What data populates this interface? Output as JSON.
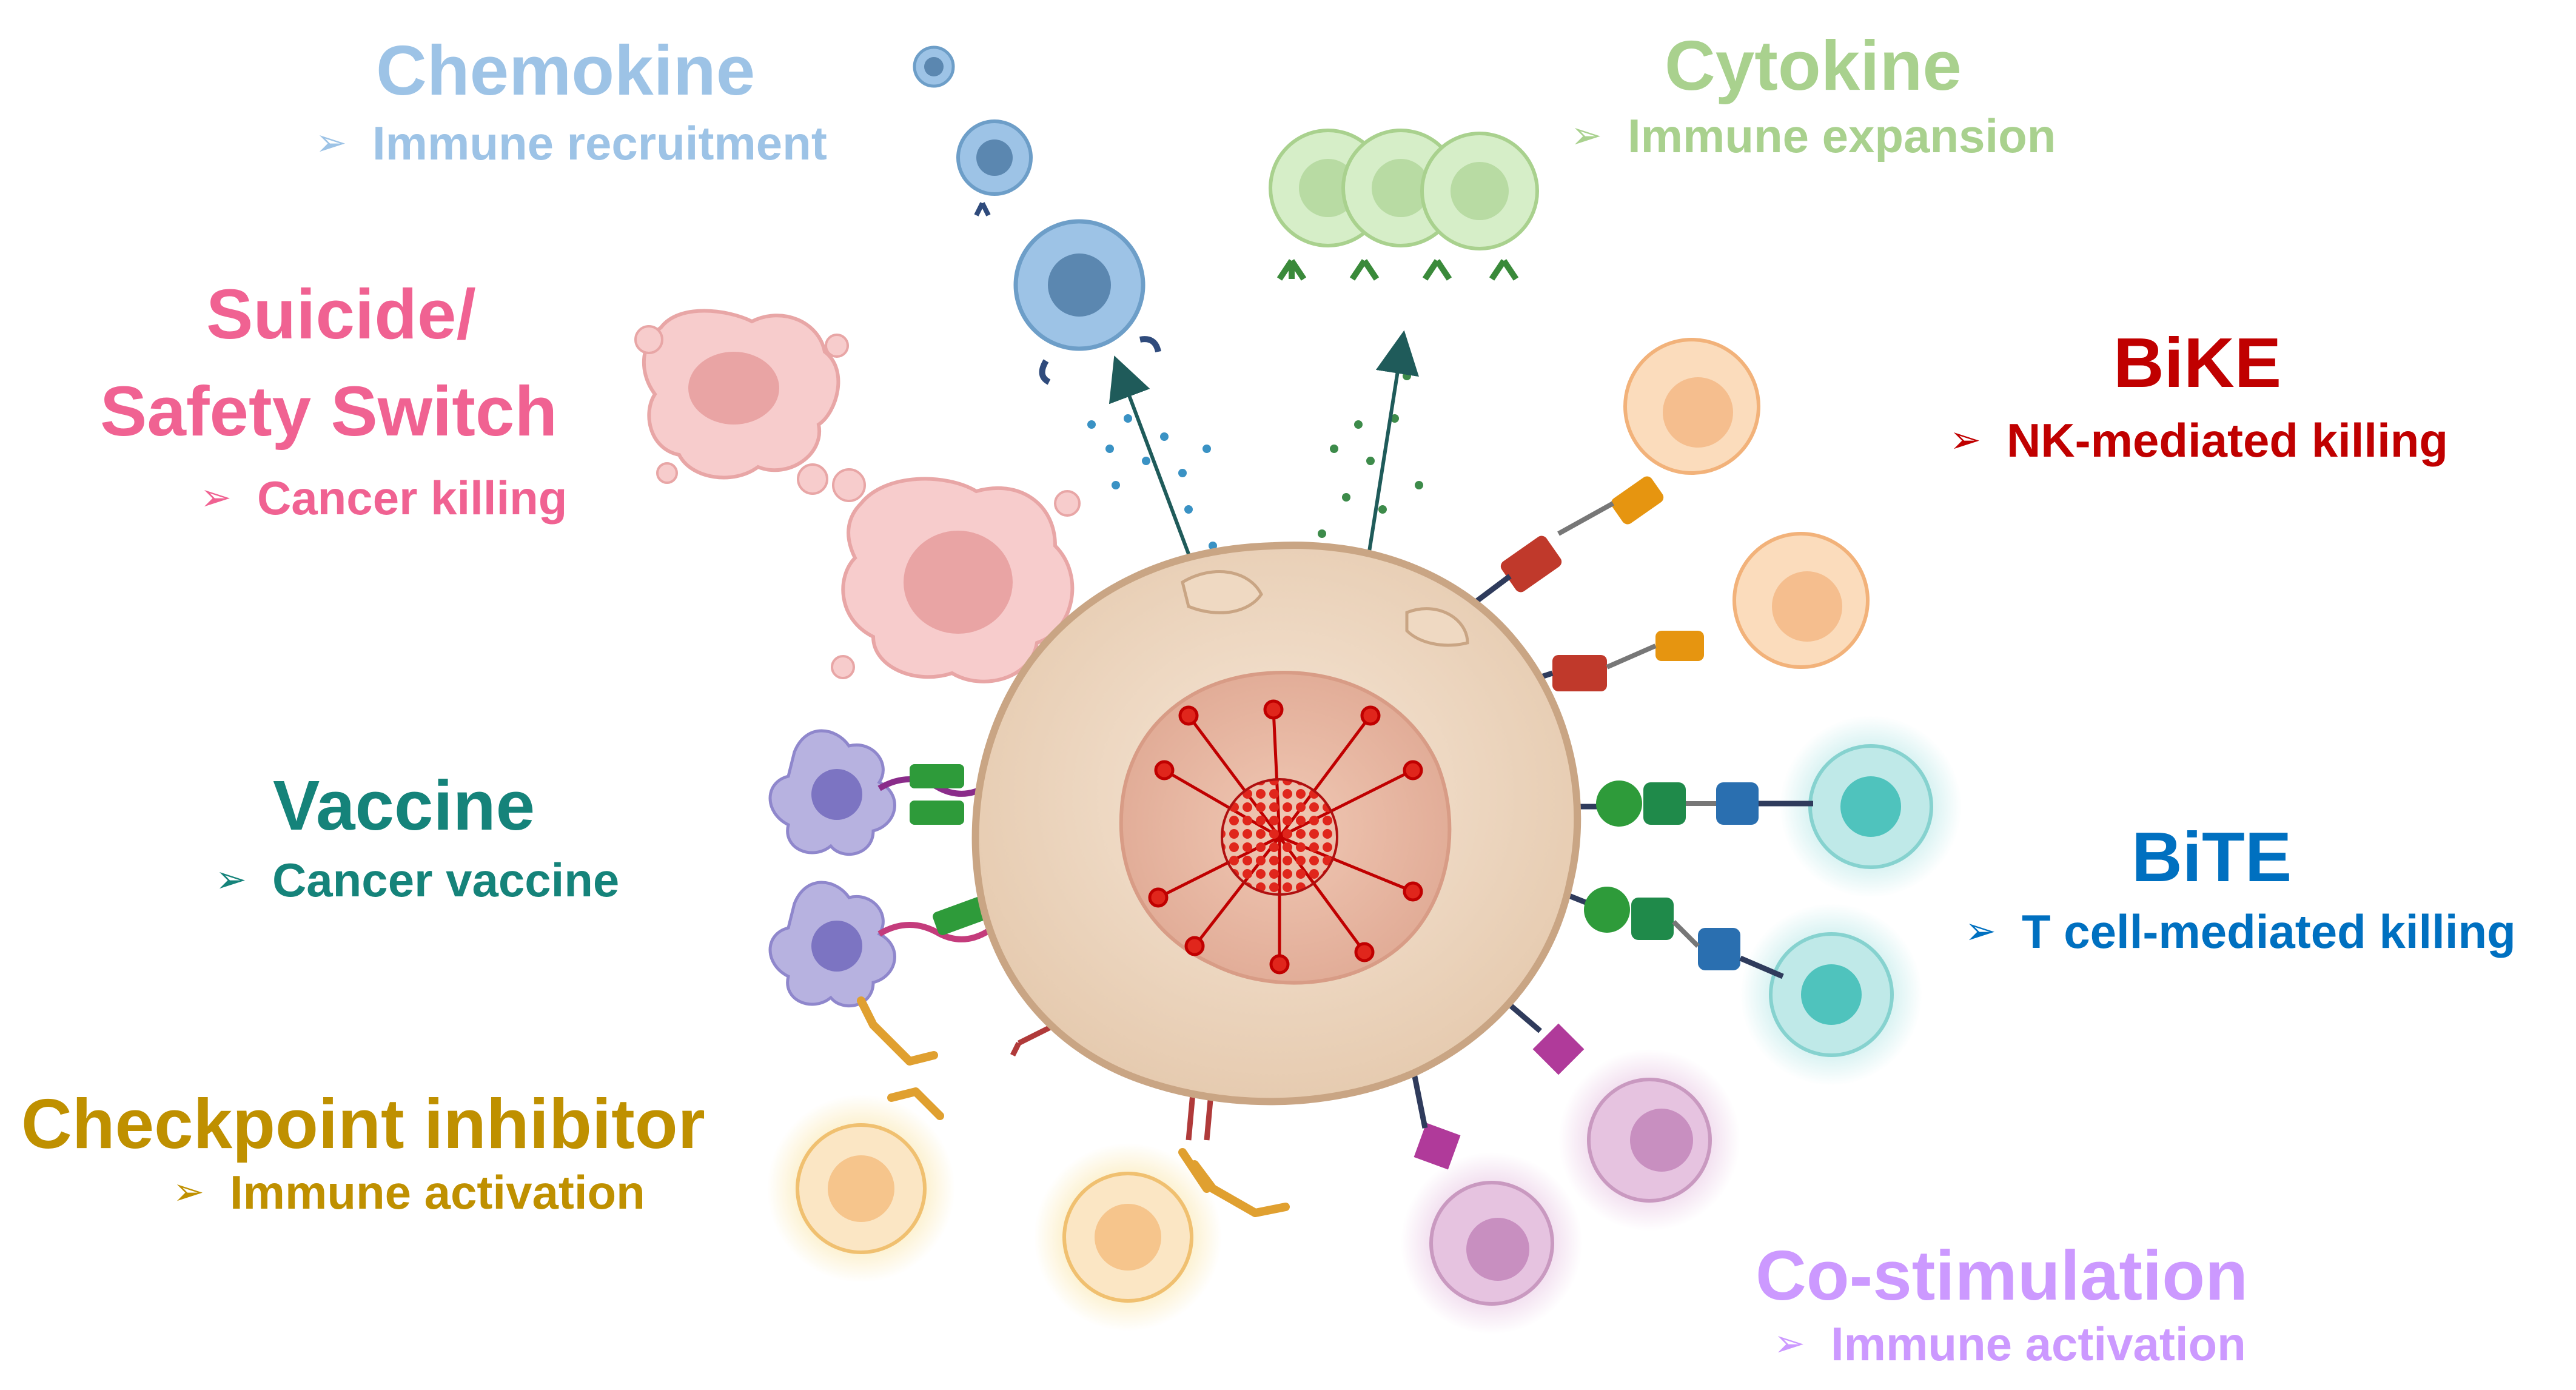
{
  "labels": {
    "chemokine": {
      "title": "Chemokine",
      "sub": "Immune recruitment",
      "color": "#9dc3e6"
    },
    "cytokine": {
      "title": "Cytokine",
      "sub": "Immune expansion",
      "color": "#a9d18e"
    },
    "suicide": {
      "title_line1": "Suicide/",
      "title_line2": "Safety Switch",
      "sub": "Cancer killing",
      "color": "#f06292"
    },
    "bike": {
      "title": "BiKE",
      "sub": "NK-mediated killing",
      "color": "#c00000"
    },
    "vaccine": {
      "title": "Vaccine",
      "sub": "Cancer vaccine",
      "color": "#15837a"
    },
    "bite": {
      "title": "BiTE",
      "sub": "T cell-mediated killing",
      "color": "#0070c0"
    },
    "checkpoint": {
      "title": "Checkpoint inhibitor",
      "sub": "Immune activation",
      "color": "#bf9000"
    },
    "costim": {
      "title": "Co-stimulation",
      "sub": "Immune activation",
      "color": "#cc99ff"
    }
  },
  "bullet_glyph": "➢",
  "icons": [
    "tumor-cell",
    "oncolytic-virus",
    "chemokine-immune-cell",
    "cytokine-t-cell",
    "dying-cancer-cell",
    "nk-cell",
    "dendritic-cell",
    "t-cell",
    "antibody"
  ]
}
